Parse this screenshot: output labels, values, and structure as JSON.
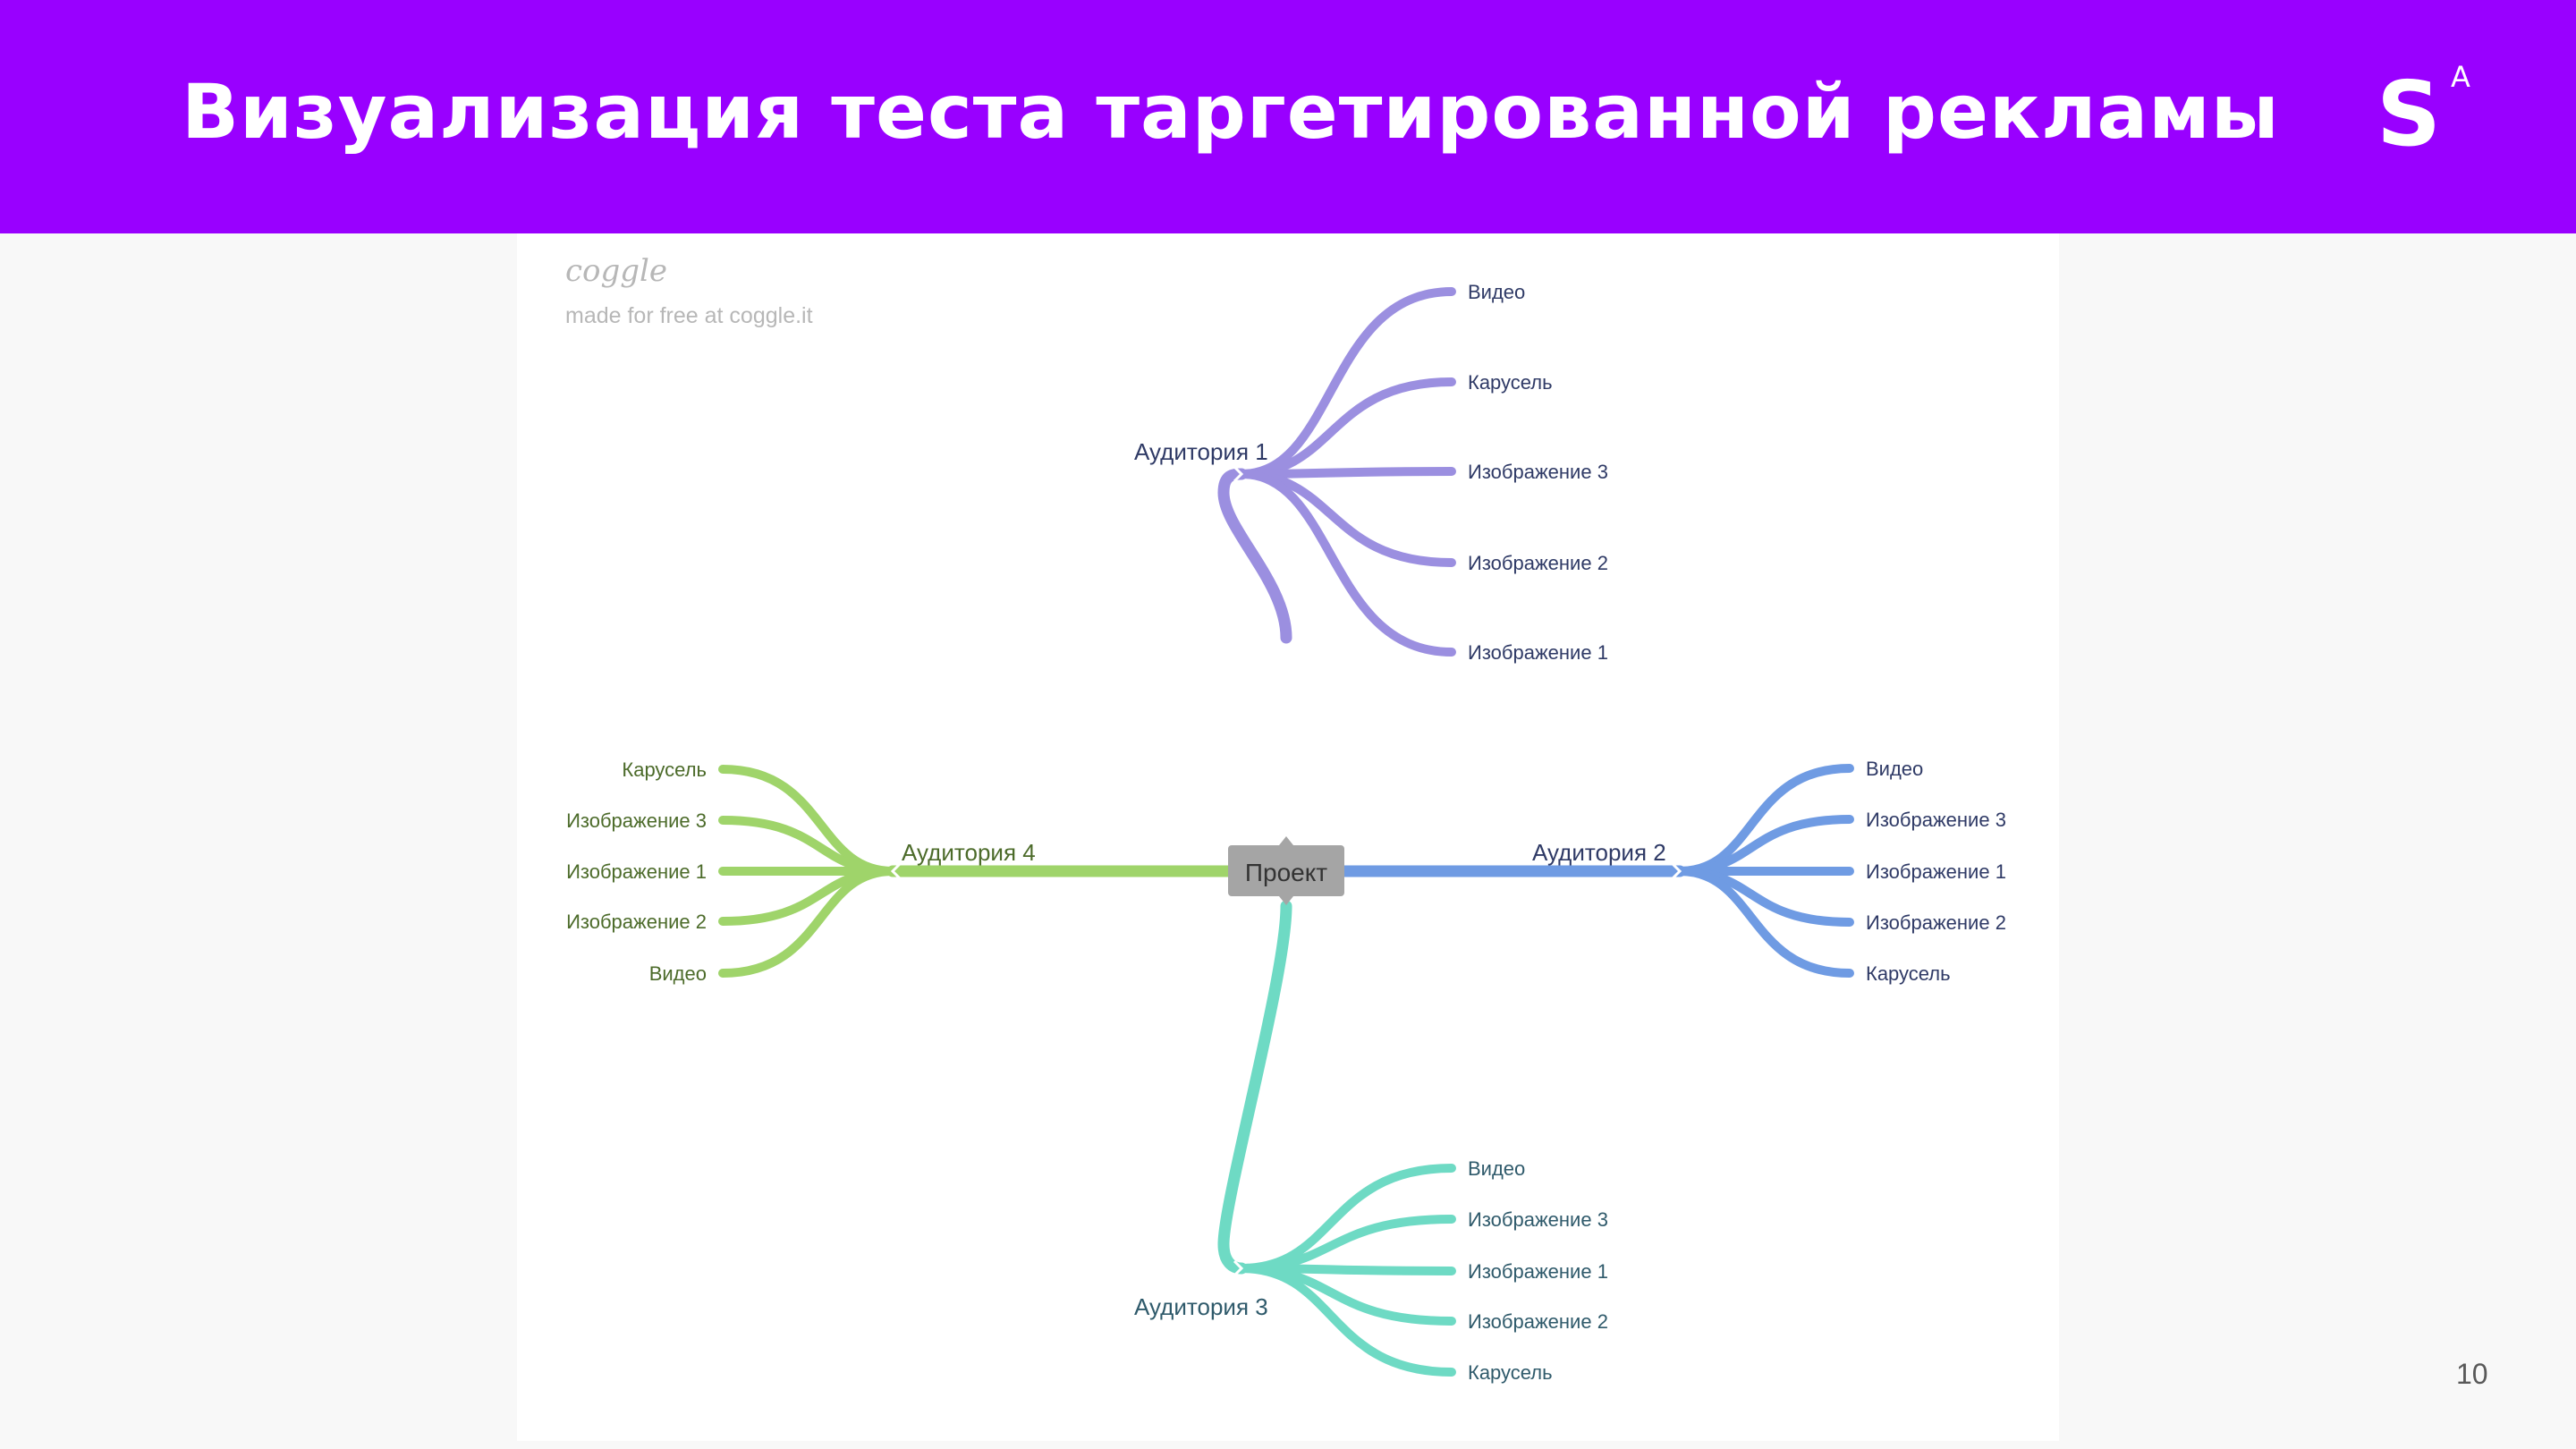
{
  "slide": {
    "title": "Визуализация теста таргетированной рекламы",
    "logo_letter": "S",
    "logo_superscript": "A",
    "page_number": "10"
  },
  "watermark": {
    "logo": "coggle",
    "text": "made for free at coggle.it"
  },
  "mindmap": {
    "root": "Проект",
    "branches": [
      {
        "label": "Аудитория 1",
        "color": "#9b8fe0",
        "text_color": "#2f3a66",
        "children": [
          "Видео",
          "Карусель",
          "Изображение 3",
          "Изображение 2",
          "Изображение 1"
        ]
      },
      {
        "label": "Аудитория 2",
        "color": "#6f9be3",
        "text_color": "#2f3a66",
        "children": [
          "Видео",
          "Изображение 3",
          "Изображение 1",
          "Изображение 2",
          "Карусель"
        ]
      },
      {
        "label": "Аудитория 3",
        "color": "#6edac4",
        "text_color": "#2f5a6b",
        "children": [
          "Видео",
          "Изображение 3",
          "Изображение 1",
          "Изображение 2",
          "Карусель"
        ]
      },
      {
        "label": "Аудитория 4",
        "color": "#9fd46a",
        "text_color": "#4c6b2a",
        "children": [
          "Карусель",
          "Изображение 3",
          "Изображение 1",
          "Изображение 2",
          "Видео"
        ]
      }
    ],
    "root_fill": "#a5a5a5"
  }
}
